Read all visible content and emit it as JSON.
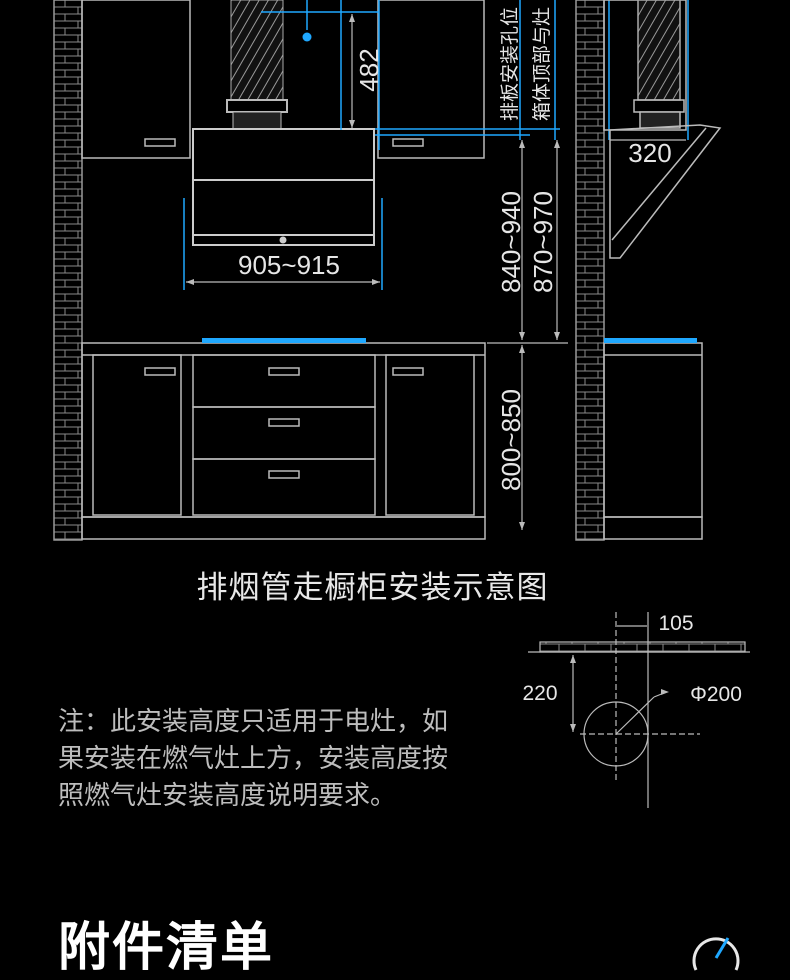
{
  "dimensions": {
    "duct_height": "482",
    "duct_side": "320",
    "hood_width": "905~915",
    "mount_height_a": "840~940",
    "mount_height_b": "870~970",
    "counter_height": "800~850",
    "detail_offset": "105",
    "detail_height": "220",
    "detail_diameter": "Φ200"
  },
  "vertical_notes": {
    "note1": "排板安装孔位",
    "note2": "箱体顶部与灶"
  },
  "caption": "排烟管走橱柜安装示意图",
  "note_lines": [
    "注：此安装高度只适用于电灶，如",
    "果安装在燃气灶上方，安装高度按",
    "照燃气灶安装高度说明要求。"
  ],
  "section_title": "附件清单",
  "colors": {
    "background": "#000000",
    "line": "#c8c8c8",
    "accent": "#1fa8ff"
  }
}
